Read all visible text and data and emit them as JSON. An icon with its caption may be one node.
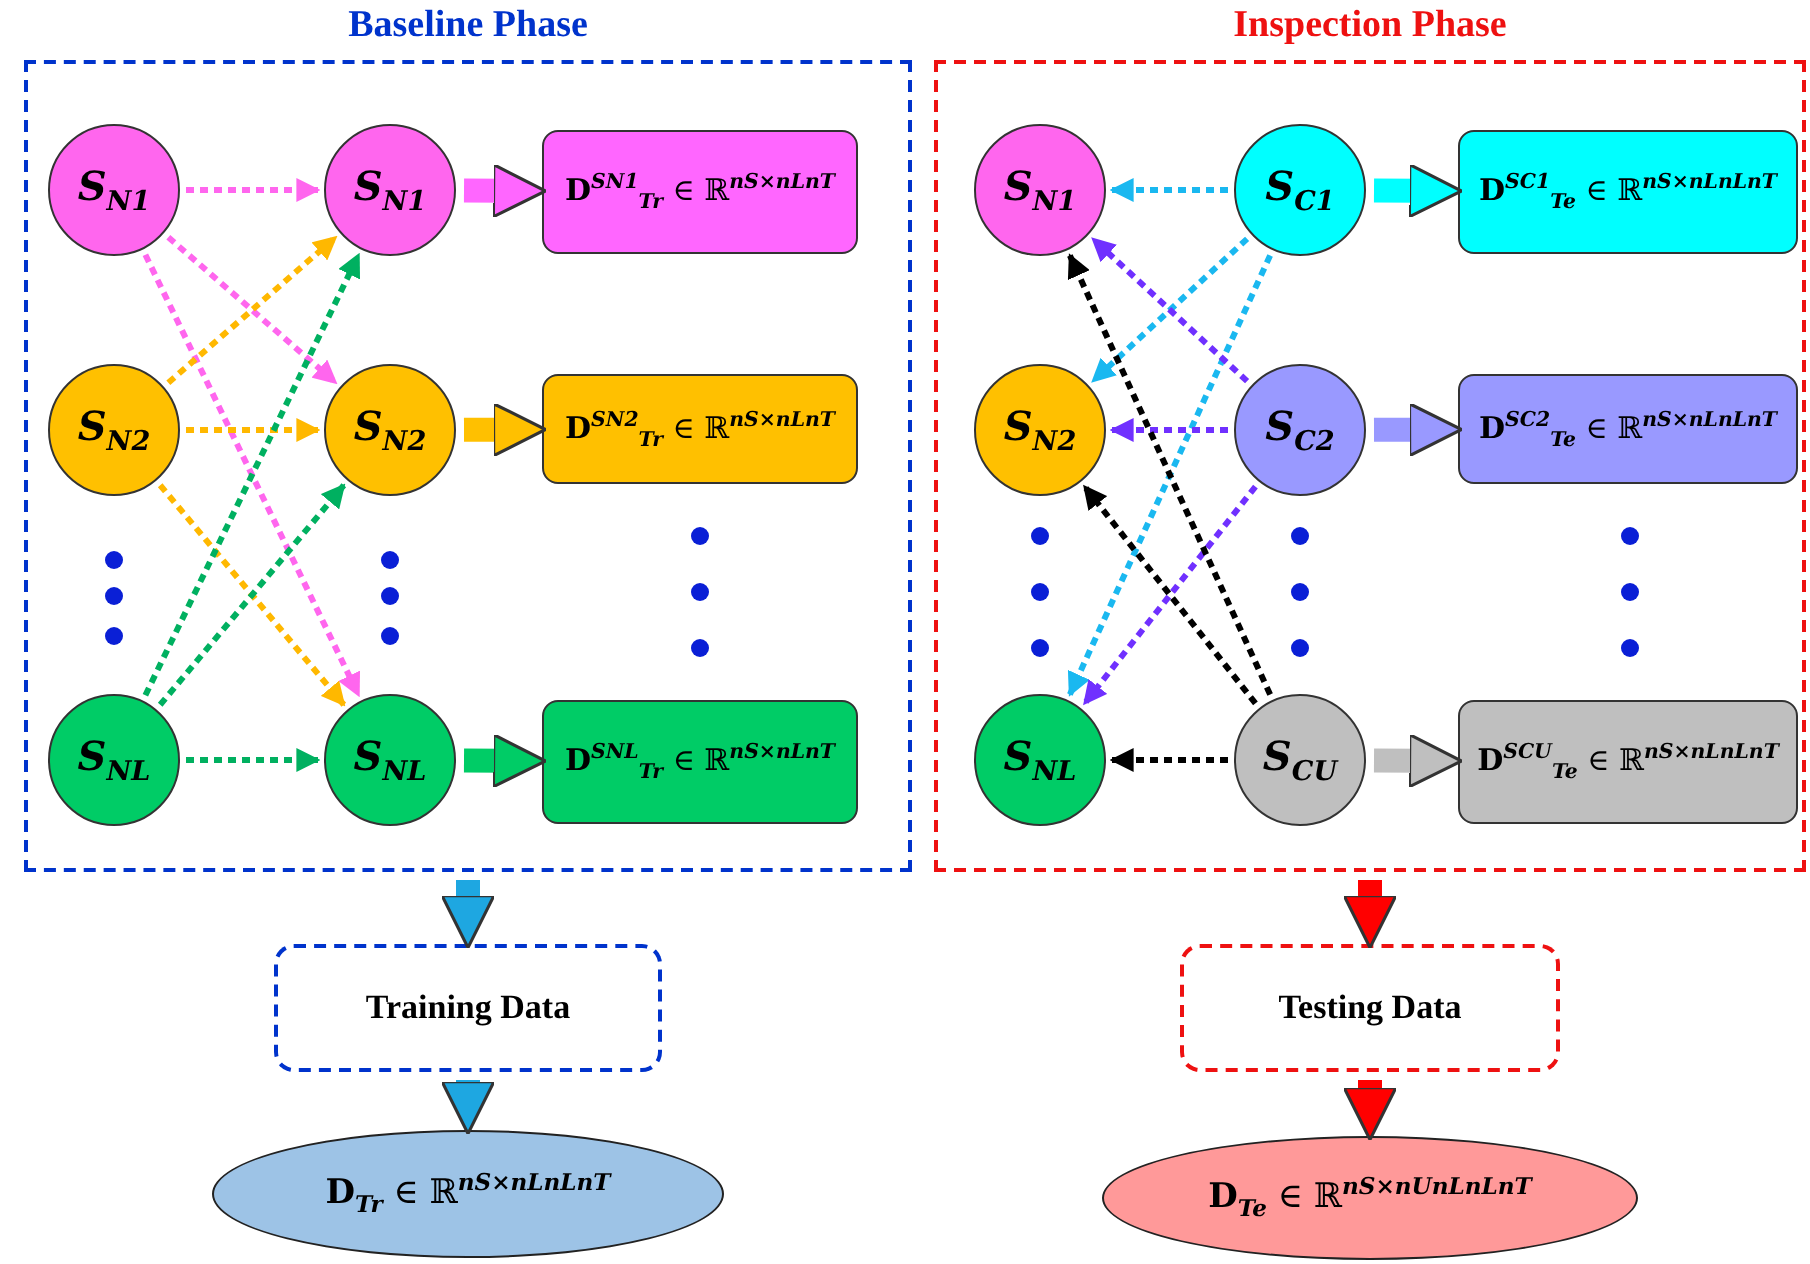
{
  "diagram": {
    "nodes": [
      {
        "text": [
          "Baseline Phase"
        ]
      },
      {
        "text": [
          "S$_{N1}$"
        ],
        "in": 0
      },
      {
        "text": [
          "S$_{N1}$"
        ],
        "in": 0
      },
      {
        "text": [
          "**D**$^{SN1}$$_{Tr}$ ∈ ℝ$^{nS×nLnT}$"
        ],
        "in": 0
      },
      {
        "text": [
          "S$_{N2}$"
        ],
        "in": 0
      },
      {
        "text": [
          "S$_{N2}$"
        ],
        "in": 0
      },
      {
        "text": [
          "**D**$^{SN2}$$_{Tr}$ ∈ ℝ$^{nS×nLnT}$"
        ],
        "in": 0
      },
      {
        "text": [
          "S$_{NL}$"
        ],
        "in": 0
      },
      {
        "text": [
          "S$_{NL}$"
        ],
        "in": 0
      },
      {
        "text": [
          "**D**$^{SNL}$$_{Tr}$ ∈ ℝ$^{nS×nLnT}$"
        ],
        "in": 0
      },
      {
        "text": [
          "Inspection Phase"
        ]
      },
      {
        "text": [
          "S$_{N1}$"
        ],
        "in": 10
      },
      {
        "text": [
          "S$_{C1}$"
        ],
        "in": 10
      },
      {
        "text": [
          "**D**$^{SC1}$$_{Te}$ ∈ ℝ$^{nS×nLnLnT}$"
        ],
        "in": 10
      },
      {
        "text": [
          "S$_{N2}$"
        ],
        "in": 10
      },
      {
        "text": [
          "S$_{C2}$"
        ],
        "in": 10
      },
      {
        "text": [
          "**D**$^{SC2}$$_{Te}$ ∈ ℝ$^{nS×nLnLnT}$"
        ],
        "in": 10
      },
      {
        "text": [
          "S$_{NL}$"
        ],
        "in": 10
      },
      {
        "text": [
          "S$_{CU}$"
        ],
        "in": 10
      },
      {
        "text": [
          "**D**$^{SCU}$$_{Te}$ ∈ ℝ$^{nS×nLnLnT}$"
        ],
        "in": 10
      },
      {
        "text": [
          "Training Data"
        ]
      },
      {
        "text": [
          "**D**$_{Tr}$ ∈ ℝ$^{nS×nLnLnT}$"
        ]
      },
      {
        "text": [
          "Testing Data"
        ]
      },
      {
        "text": [
          "**D**$_{Te}$ ∈ ℝ$^{nS×nUnLnLnT}$"
        ]
      }
    ],
    "edges": [
      {
        "from": 1,
        "to": 2,
        "arrow": "to",
        "style": "dashed",
        "color": "#ff66ee"
      },
      {
        "from": 1,
        "to": 5,
        "arrow": "to",
        "style": "dashed",
        "color": "#ff66ee"
      },
      {
        "from": 1,
        "to": 8,
        "arrow": "to",
        "style": "dashed",
        "color": "#ff66ee"
      },
      {
        "from": 4,
        "to": 2,
        "arrow": "to",
        "style": "dashed",
        "color": "#ffb800"
      },
      {
        "from": 4,
        "to": 5,
        "arrow": "to",
        "style": "dashed",
        "color": "#ffb800"
      },
      {
        "from": 4,
        "to": 8,
        "arrow": "to",
        "style": "dashed",
        "color": "#ffb800"
      },
      {
        "from": 7,
        "to": 2,
        "arrow": "to",
        "style": "dashed",
        "color": "#00b060"
      },
      {
        "from": 7,
        "to": 5,
        "arrow": "to",
        "style": "dashed",
        "color": "#00b060"
      },
      {
        "from": 7,
        "to": 8,
        "arrow": "to",
        "style": "dashed",
        "color": "#00b060"
      },
      {
        "from": 2,
        "to": 3,
        "arrow": "to",
        "style": "thick",
        "color": "#ff66ff"
      },
      {
        "from": 5,
        "to": 6,
        "arrow": "to",
        "style": "thick",
        "color": "#ffc000"
      },
      {
        "from": 8,
        "to": 9,
        "arrow": "to",
        "style": "thick",
        "color": "#00cc66"
      },
      {
        "from": 12,
        "to": 11,
        "arrow": "to",
        "style": "dashed",
        "color": "#1ab8f0"
      },
      {
        "from": 12,
        "to": 14,
        "arrow": "to",
        "style": "dashed",
        "color": "#1ab8f0"
      },
      {
        "from": 12,
        "to": 17,
        "arrow": "to",
        "style": "dashed",
        "color": "#1ab8f0"
      },
      {
        "from": 15,
        "to": 11,
        "arrow": "to",
        "style": "dashed",
        "color": "#7030ff"
      },
      {
        "from": 15,
        "to": 14,
        "arrow": "to",
        "style": "dashed",
        "color": "#7030ff"
      },
      {
        "from": 15,
        "to": 17,
        "arrow": "to",
        "style": "dashed",
        "color": "#7030ff"
      },
      {
        "from": 18,
        "to": 11,
        "arrow": "to",
        "style": "dashed",
        "color": "#000000"
      },
      {
        "from": 18,
        "to": 14,
        "arrow": "to",
        "style": "dashed",
        "color": "#000000"
      },
      {
        "from": 18,
        "to": 17,
        "arrow": "to",
        "style": "dashed",
        "color": "#000000"
      },
      {
        "from": 12,
        "to": 13,
        "arrow": "to",
        "style": "thick",
        "color": "#00ffff"
      },
      {
        "from": 15,
        "to": 16,
        "arrow": "to",
        "style": "thick",
        "color": "#9999ff"
      },
      {
        "from": 18,
        "to": 19,
        "arrow": "to",
        "style": "thick",
        "color": "#bfbfbf"
      },
      {
        "from": 0,
        "to": 20,
        "arrow": "to",
        "style": "thick",
        "color": "#1ea7e1"
      },
      {
        "from": 20,
        "to": 21,
        "arrow": "to",
        "style": "thick",
        "color": "#1ea7e1"
      },
      {
        "from": 10,
        "to": 22,
        "arrow": "to",
        "style": "thick",
        "color": "#ff0000"
      },
      {
        "from": 22,
        "to": 23,
        "arrow": "to",
        "style": "thick",
        "color": "#ff0000"
      }
    ]
  }
}
